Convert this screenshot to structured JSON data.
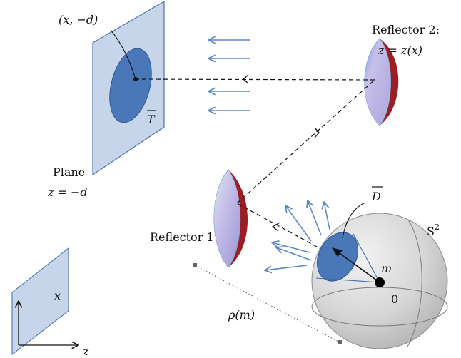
{
  "labels": {
    "point_label": "(x, −d)",
    "T_label": "T",
    "plane_label": "Plane",
    "plane_eq": "z = −d",
    "reflector2_title": "Reflector 2:",
    "reflector2_eq": "z = z(x)",
    "reflector1_label": "Reflector 1",
    "D_label": "D",
    "S2_base": "S",
    "S2_sup": "2",
    "m_label": "m",
    "origin_label": "0",
    "rho_label": "ρ(m)",
    "axis_x": "x",
    "axis_z": "z"
  },
  "colors": {
    "plane_fill": "#c7d5ea",
    "plane_stroke": "#4a72b0",
    "disk_fill": "#4a77b8",
    "disk_stroke": "#2e5593",
    "arrow_blue": "#5a86c5",
    "sphere_fill": "#d8d8d8",
    "reflector_face": "#b8b2e0",
    "reflector_rim": "#9c1d22"
  }
}
